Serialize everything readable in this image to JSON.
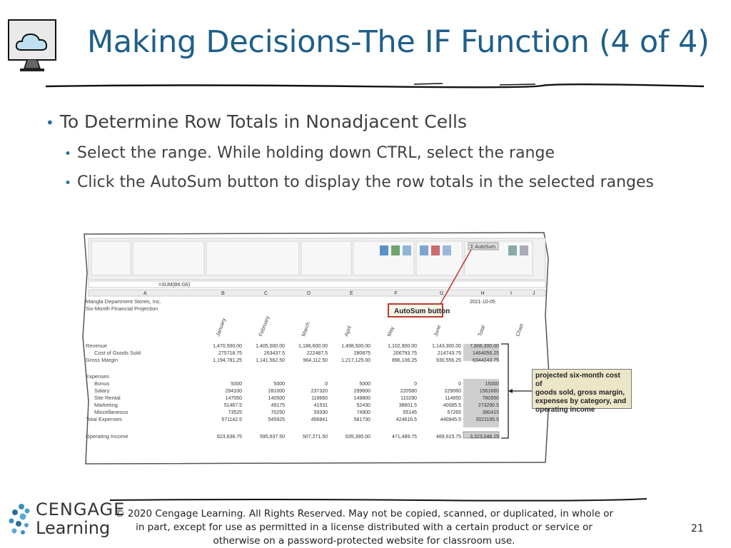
{
  "title": "Making Decisions-The IF Function (4 of 4)",
  "bullets": {
    "main": "To Determine Row Totals in Nonadjacent Cells",
    "sub1": "Select the range. While holding down CTRL, select the range",
    "sub2": "Click the AutoSum button to display the row totals in the selected ranges"
  },
  "footer": {
    "line1": "© 2020 Cengage Learning. All Rights Reserved. May not be copied, scanned, or duplicated, in whole or",
    "line2": "in part, except for use as permitted in a license distributed with a certain product or service or",
    "line3": "otherwise on a password-protected website for classroom use.",
    "page_number": "21"
  },
  "logo": {
    "word1": "CENGAGE",
    "word2": "Learning"
  },
  "colors": {
    "title": "#1f5f8b",
    "bullet": "#1f6fa0",
    "callout_red": "#c0392b",
    "callout_bg": "#ece6c8"
  },
  "spreadsheet": {
    "formula": "=SUM(B6:G6)",
    "autosum_callout": "AutoSum button",
    "side_callout": [
      "projected six-month cost of",
      "goods sold, gross margin,",
      "expenses by category, and",
      "operating income"
    ],
    "company": "Mangla Department Stores, Inc.",
    "subtitle": "Six-Month Financial Projection",
    "date": "2021-10-05",
    "columns": [
      "A",
      "B",
      "C",
      "D",
      "E",
      "F",
      "G",
      "H",
      "I",
      "J"
    ],
    "months": [
      "January",
      "February",
      "March",
      "April",
      "May",
      "June",
      "Total",
      "Chart"
    ],
    "rows": [
      {
        "label": "Revenue",
        "values": [
          "1,470,500.00",
          "1,405,000.00",
          "1,186,600.00",
          "1,498,500.00",
          "1,102,900.00",
          "1,143,300.00",
          "7,806,300.00"
        ]
      },
      {
        "label": "Cost of Goods Sold",
        "values": [
          "275718.75",
          "263437.5",
          "222487.5",
          "280875",
          "206793.75",
          "214743.75",
          "1464056.25"
        ]
      },
      {
        "label": "Gross Margin",
        "values": [
          "1,194,781.25",
          "1,141,562.50",
          "964,112.50",
          "1,217,125.00",
          "896,106.25",
          "930,556.25",
          "6344243.75"
        ]
      },
      {
        "label": "Expenses",
        "values": []
      },
      {
        "label": "Bonus",
        "values": [
          "5000",
          "5000",
          "0",
          "5000",
          "0",
          "0",
          "15000"
        ]
      },
      {
        "label": "Salary",
        "values": [
          "294100",
          "281000",
          "237320",
          "299600",
          "220580",
          "229060",
          "1561660"
        ]
      },
      {
        "label": "Site Rental",
        "values": [
          "147050",
          "140500",
          "118660",
          "149800",
          "110290",
          "114650",
          "780950"
        ]
      },
      {
        "label": "Marketing",
        "values": [
          "51467.5",
          "49175",
          "41531",
          "52430",
          "38601.5",
          "40085.5",
          "273290.5"
        ]
      },
      {
        "label": "Miscellaneous",
        "values": [
          "73525",
          "70250",
          "59330",
          "74900",
          "55145",
          "57265",
          "390415"
        ]
      },
      {
        "label": "Total Expenses",
        "values": [
          "571142.5",
          "545925",
          "456841",
          "581730",
          "424616.5",
          "440945.5",
          "3021195.5"
        ]
      },
      {
        "label": "Operating Income",
        "values": [
          "623,638.75",
          "595,637.50",
          "507,271.50",
          "635,395.00",
          "471,489.75",
          "489,615.75",
          "3,323,048.25"
        ]
      }
    ]
  }
}
